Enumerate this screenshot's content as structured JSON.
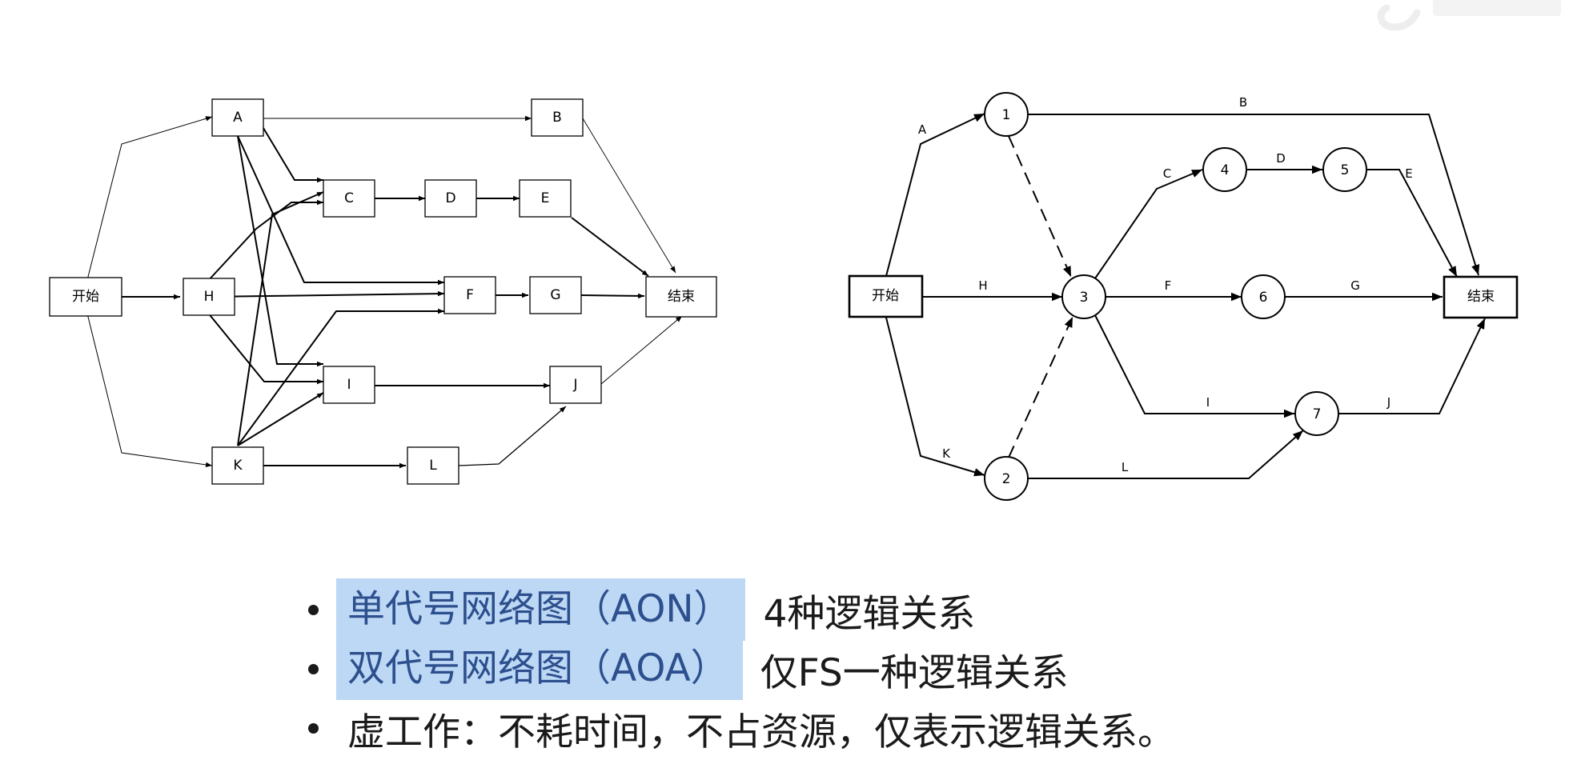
{
  "aon": {
    "nodes": [
      {
        "id": "start",
        "label": "开始"
      },
      {
        "id": "A",
        "label": "A"
      },
      {
        "id": "B",
        "label": "B"
      },
      {
        "id": "C",
        "label": "C"
      },
      {
        "id": "D",
        "label": "D"
      },
      {
        "id": "E",
        "label": "E"
      },
      {
        "id": "H",
        "label": "H"
      },
      {
        "id": "F",
        "label": "F"
      },
      {
        "id": "G",
        "label": "G"
      },
      {
        "id": "end",
        "label": "结束"
      },
      {
        "id": "I",
        "label": "I"
      },
      {
        "id": "J",
        "label": "J"
      },
      {
        "id": "K",
        "label": "K"
      },
      {
        "id": "L",
        "label": "L"
      }
    ],
    "edges": [
      [
        "start",
        "A"
      ],
      [
        "start",
        "H"
      ],
      [
        "start",
        "K"
      ],
      [
        "A",
        "B"
      ],
      [
        "A",
        "C"
      ],
      [
        "A",
        "F"
      ],
      [
        "A",
        "I"
      ],
      [
        "H",
        "C"
      ],
      [
        "H",
        "F"
      ],
      [
        "H",
        "I"
      ],
      [
        "K",
        "C"
      ],
      [
        "K",
        "F"
      ],
      [
        "K",
        "I"
      ],
      [
        "K",
        "L"
      ],
      [
        "C",
        "D"
      ],
      [
        "D",
        "E"
      ],
      [
        "E",
        "end"
      ],
      [
        "B",
        "end"
      ],
      [
        "F",
        "G"
      ],
      [
        "G",
        "end"
      ],
      [
        "I",
        "J"
      ],
      [
        "J",
        "end"
      ],
      [
        "L",
        "J"
      ]
    ]
  },
  "aoa": {
    "nodes": [
      {
        "id": "start",
        "label": "开始"
      },
      {
        "id": "n1",
        "label": "1"
      },
      {
        "id": "n2",
        "label": "2"
      },
      {
        "id": "n3",
        "label": "3"
      },
      {
        "id": "n4",
        "label": "4"
      },
      {
        "id": "n5",
        "label": "5"
      },
      {
        "id": "n6",
        "label": "6"
      },
      {
        "id": "n7",
        "label": "7"
      },
      {
        "id": "end",
        "label": "结束"
      }
    ],
    "edges": [
      {
        "from": "start",
        "to": "n1",
        "label": "A"
      },
      {
        "from": "start",
        "to": "n3",
        "label": "H"
      },
      {
        "from": "start",
        "to": "n2",
        "label": "K"
      },
      {
        "from": "n1",
        "to": "end",
        "label": "B"
      },
      {
        "from": "n1",
        "to": "n3",
        "label": "",
        "dummy": true
      },
      {
        "from": "n2",
        "to": "n3",
        "label": "",
        "dummy": true
      },
      {
        "from": "n3",
        "to": "n4",
        "label": "C"
      },
      {
        "from": "n4",
        "to": "n5",
        "label": "D"
      },
      {
        "from": "n5",
        "to": "end",
        "label": "E"
      },
      {
        "from": "n3",
        "to": "n6",
        "label": "F"
      },
      {
        "from": "n6",
        "to": "end",
        "label": "G"
      },
      {
        "from": "n3",
        "to": "n7",
        "label": "I"
      },
      {
        "from": "n7",
        "to": "end",
        "label": "J"
      },
      {
        "from": "n2",
        "to": "n7",
        "label": "L"
      }
    ]
  },
  "bullets": [
    {
      "highlight": "单代号网络图（AON）",
      "text": "4种逻辑关系"
    },
    {
      "highlight": "双代号网络图（AOA）",
      "text": "仅FS一种逻辑关系"
    },
    {
      "highlight": "",
      "text": "虚工作：不耗时间，不占资源，仅表示逻辑关系。"
    }
  ]
}
